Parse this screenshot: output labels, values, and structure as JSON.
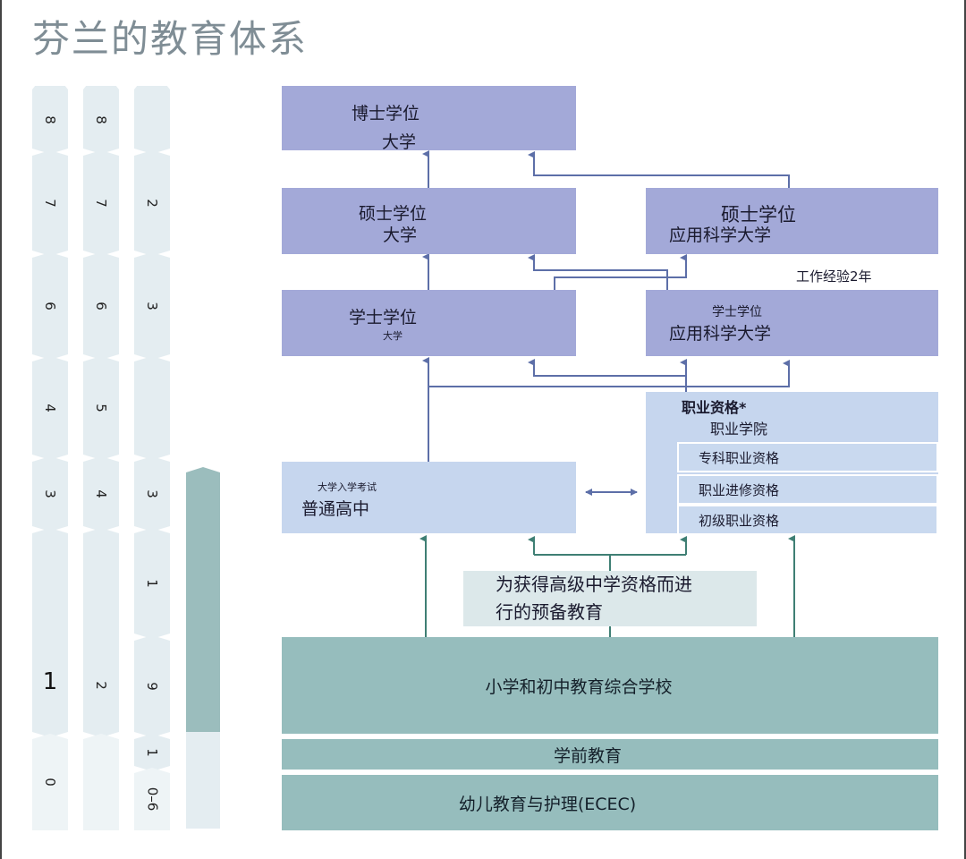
{
  "title": "芬兰的教育体系",
  "year_columns": [
    {
      "id": "col1",
      "segments": [
        "8",
        "7",
        "6",
        "4",
        "3",
        "1",
        "0"
      ]
    },
    {
      "id": "col2",
      "segments": [
        "8",
        "7",
        "6",
        "5",
        "4",
        "2",
        ""
      ]
    },
    {
      "id": "col3",
      "segments": [
        "",
        "2",
        "3",
        "",
        "3",
        "1",
        "9",
        "1",
        "0–6"
      ]
    }
  ],
  "age_bar_label": "<",
  "boxes": {
    "doctorate": {
      "line1": "博士学位",
      "line2": "大学"
    },
    "master_uni": {
      "line1": "硕士学位",
      "line2": "大学"
    },
    "master_uas": {
      "line1": "硕士学位",
      "line2": "应用科学大学"
    },
    "bachelor_uni": {
      "line1": "学士学位",
      "line2": "大学"
    },
    "bachelor_uas": {
      "line1": "学士学位",
      "line2": "应用科学大学"
    },
    "vocational": {
      "line1": "职业资格*",
      "line2": "职业学院"
    },
    "vocational_sub": [
      "专科职业资格",
      "职业进修资格",
      "初级职业资格"
    ],
    "upper_secondary": {
      "line1": "大学入学考试",
      "line2": "普通高中"
    }
  },
  "work_experience": "工作经验2年",
  "preparatory": {
    "line1": "为获得高级中学资格而进",
    "line2": "行的预备教育"
  },
  "basic_education": "小学和初中教育综合学校",
  "pre_primary": "学前教育",
  "ecec": "幼儿教育与护理(ECEC)",
  "colors": {
    "higher_ed": "#a3a9d8",
    "secondary": "#c6d6ee",
    "basic": "#96bdbd",
    "column": "#e4edf1",
    "arrow_blue": "#5d6fa8",
    "arrow_green": "#3f7f74"
  }
}
